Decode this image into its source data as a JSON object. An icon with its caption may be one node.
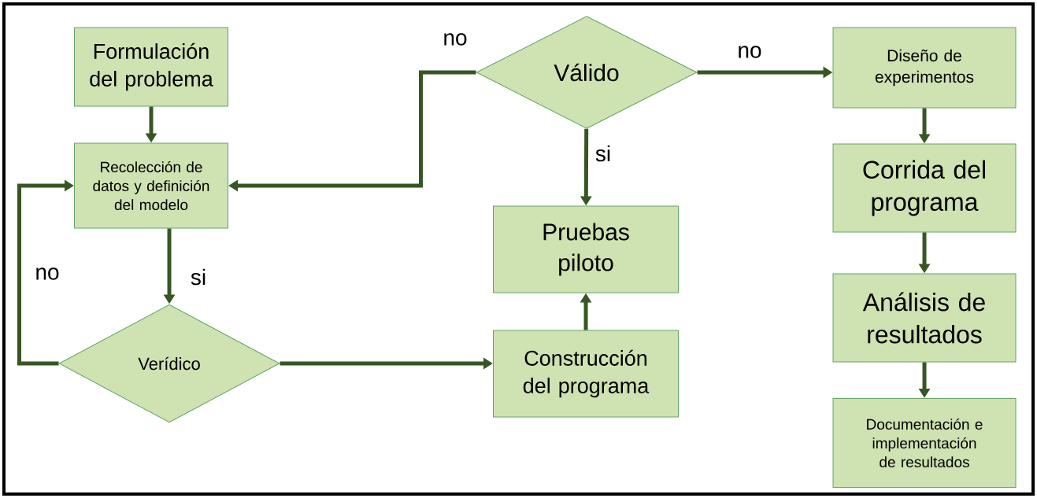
{
  "diagram": {
    "nodes": [
      {
        "text": [
          "Formulación del problema"
        ]
      },
      {
        "text": [
          "Recolección de datos y definición del modelo"
        ]
      },
      {
        "text": [
          "Verídico"
        ]
      },
      {
        "text": [
          "Válido"
        ]
      },
      {
        "text": [
          "Pruebas piloto"
        ]
      },
      {
        "text": [
          "Construcción del programa"
        ]
      },
      {
        "text": [
          "Diseño de experimentos"
        ]
      },
      {
        "text": [
          "Corrida del programa"
        ]
      },
      {
        "text": [
          "Análisis de resultados"
        ]
      },
      {
        "text": [
          "Documentación e implementación de resultados"
        ]
      }
    ],
    "edges": [
      {
        "from": 0,
        "to": 1,
        "arrow": "to"
      },
      {
        "from": 1,
        "to": 2,
        "arrow": "to",
        "label": "si"
      },
      {
        "from": 2,
        "to": 1,
        "arrow": "to",
        "label": "no"
      },
      {
        "from": 2,
        "to": 5,
        "arrow": "to"
      },
      {
        "from": 5,
        "to": 4,
        "arrow": "to"
      },
      {
        "from": 3,
        "to": 4,
        "arrow": "to",
        "label": "si"
      },
      {
        "from": 3,
        "to": 1,
        "arrow": "to",
        "label": "no"
      },
      {
        "from": 3,
        "to": 6,
        "arrow": "to",
        "label": "no"
      },
      {
        "from": 6,
        "to": 7,
        "arrow": "to"
      },
      {
        "from": 7,
        "to": 8,
        "arrow": "to"
      },
      {
        "from": 8,
        "to": 9,
        "arrow": "to"
      }
    ]
  }
}
